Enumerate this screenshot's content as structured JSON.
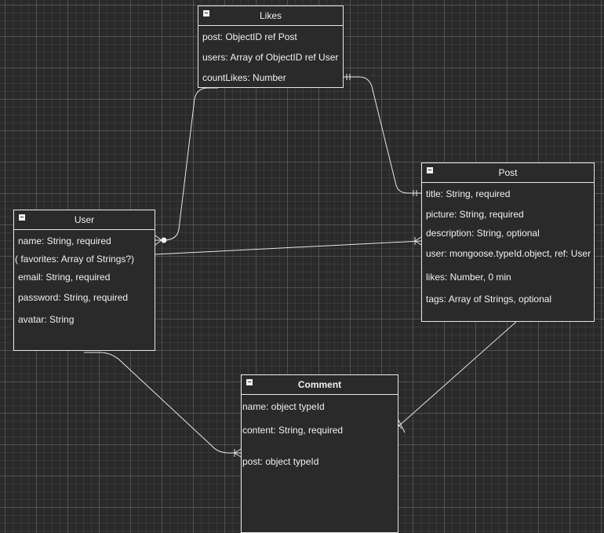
{
  "entities": {
    "likes": {
      "title": "Likes",
      "fields": [
        "post: ObjectID ref Post",
        "users: Array of ObjectID ref User",
        "countLikes: Number"
      ]
    },
    "post": {
      "title": "Post",
      "fields": [
        "title: String, required",
        "picture: String, required",
        "description: String, optional",
        "user: mongoose.typeId.object, ref: User",
        "likes: Number, 0 min",
        "tags: Array of Strings, optional"
      ]
    },
    "user": {
      "title": "User",
      "fields": [
        "name: String, required",
        "( favorites: Array of Strings?)",
        "email: String, required",
        "password: String, required",
        "avatar: String"
      ]
    },
    "comment": {
      "title": "Comment",
      "fields": [
        "name: object typeId",
        "content: String, required",
        "post: object typeId"
      ]
    }
  },
  "relationships": [
    {
      "from": "User",
      "to": "Likes",
      "notation": "zero-or-many to one"
    },
    {
      "from": "Likes",
      "to": "Post",
      "notation": "one to one"
    },
    {
      "from": "User",
      "to": "Post",
      "notation": "one to many"
    },
    {
      "from": "User",
      "to": "Comment",
      "notation": "one to many"
    },
    {
      "from": "Post",
      "to": "Comment",
      "notation": "one to many"
    }
  ],
  "colors": {
    "background": "#2a2a2a",
    "grid": "#6e6e6e",
    "stroke": "#e6e6e6",
    "text": "#f0f0f0"
  }
}
